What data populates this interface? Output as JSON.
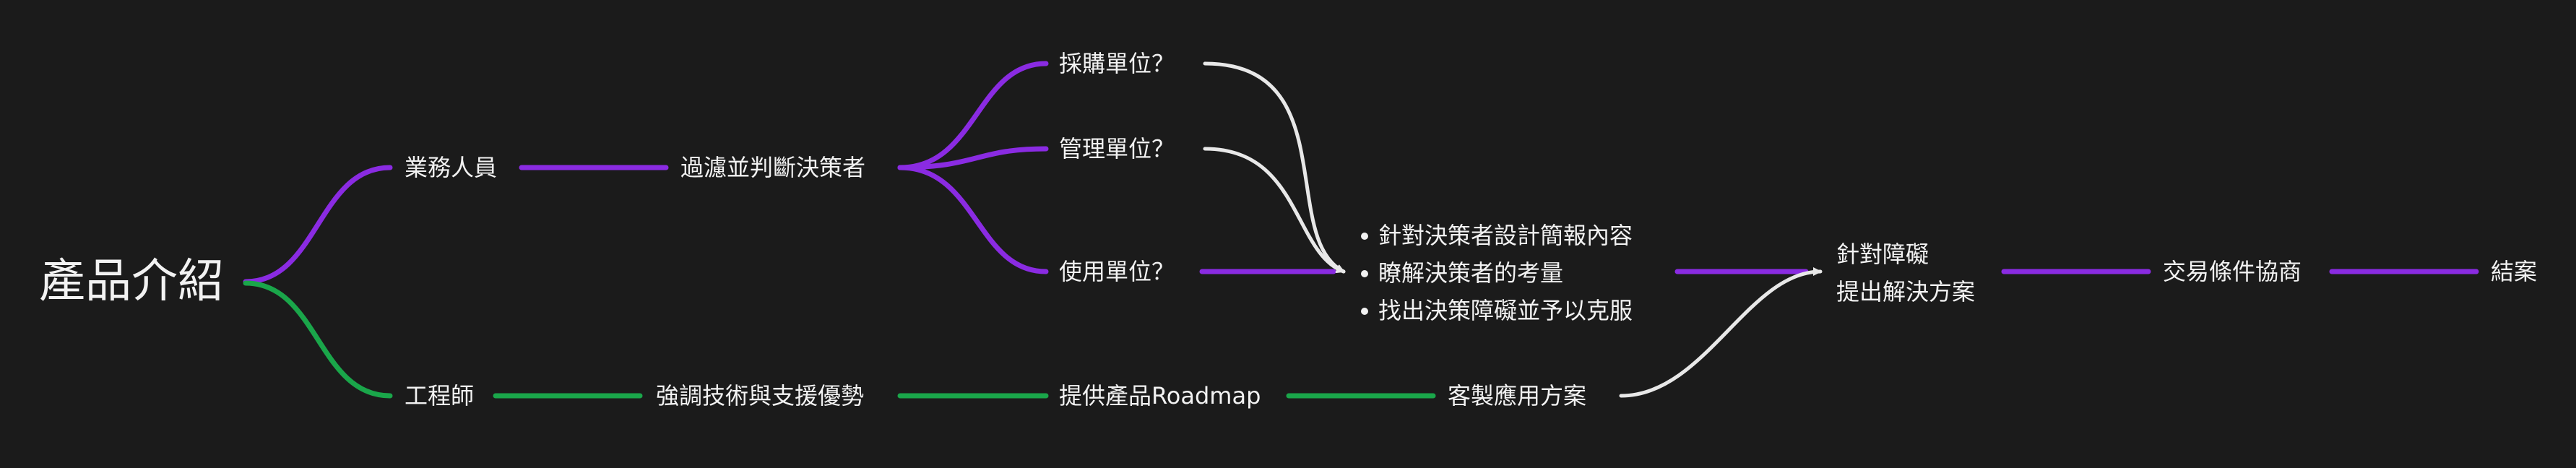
{
  "colors": {
    "background": "#1b1b1b",
    "sales_branch": "#8a2be2",
    "engineer_branch": "#1aa64a",
    "connector": "#e8e8e8",
    "text": "#f2f2f2"
  },
  "root": {
    "label": "產品介紹"
  },
  "sales": {
    "label": "業務人員",
    "filter": "過濾並判斷決策者",
    "units": [
      "採購單位？",
      "管理單位？",
      "使用單位？"
    ]
  },
  "engineer": {
    "label": "工程師",
    "steps": [
      "強調技術與支援優勢",
      "提供產品Roadmap",
      "客製應用方案"
    ]
  },
  "summary": {
    "items": [
      "針對決策者設計簡報內容",
      "瞭解決策者的考量",
      "找出決策障礙並予以克服"
    ]
  },
  "solution": {
    "lines": [
      "針對障礙",
      "提出解決方案"
    ]
  },
  "negotiation": {
    "label": "交易條件協商"
  },
  "close": {
    "label": "結案"
  }
}
